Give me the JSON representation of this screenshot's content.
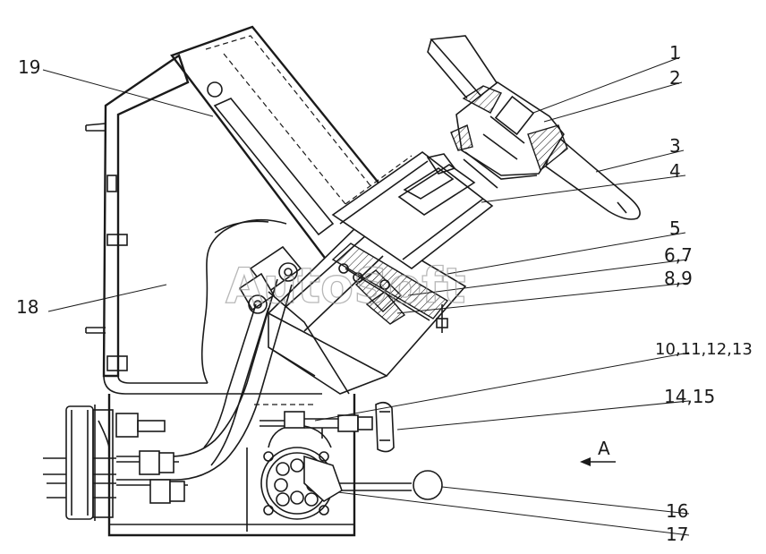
{
  "callouts": {
    "c1": "1",
    "c2": "2",
    "c3": "3",
    "c4": "4",
    "c5": "5",
    "c67": "6,7",
    "c89": "8,9",
    "c10": "10,11,12,13",
    "c14": "14,15",
    "c16": "16",
    "c17": "17",
    "c18": "18",
    "c19": "19"
  },
  "view_label": "A",
  "watermark": "AutoSoft"
}
